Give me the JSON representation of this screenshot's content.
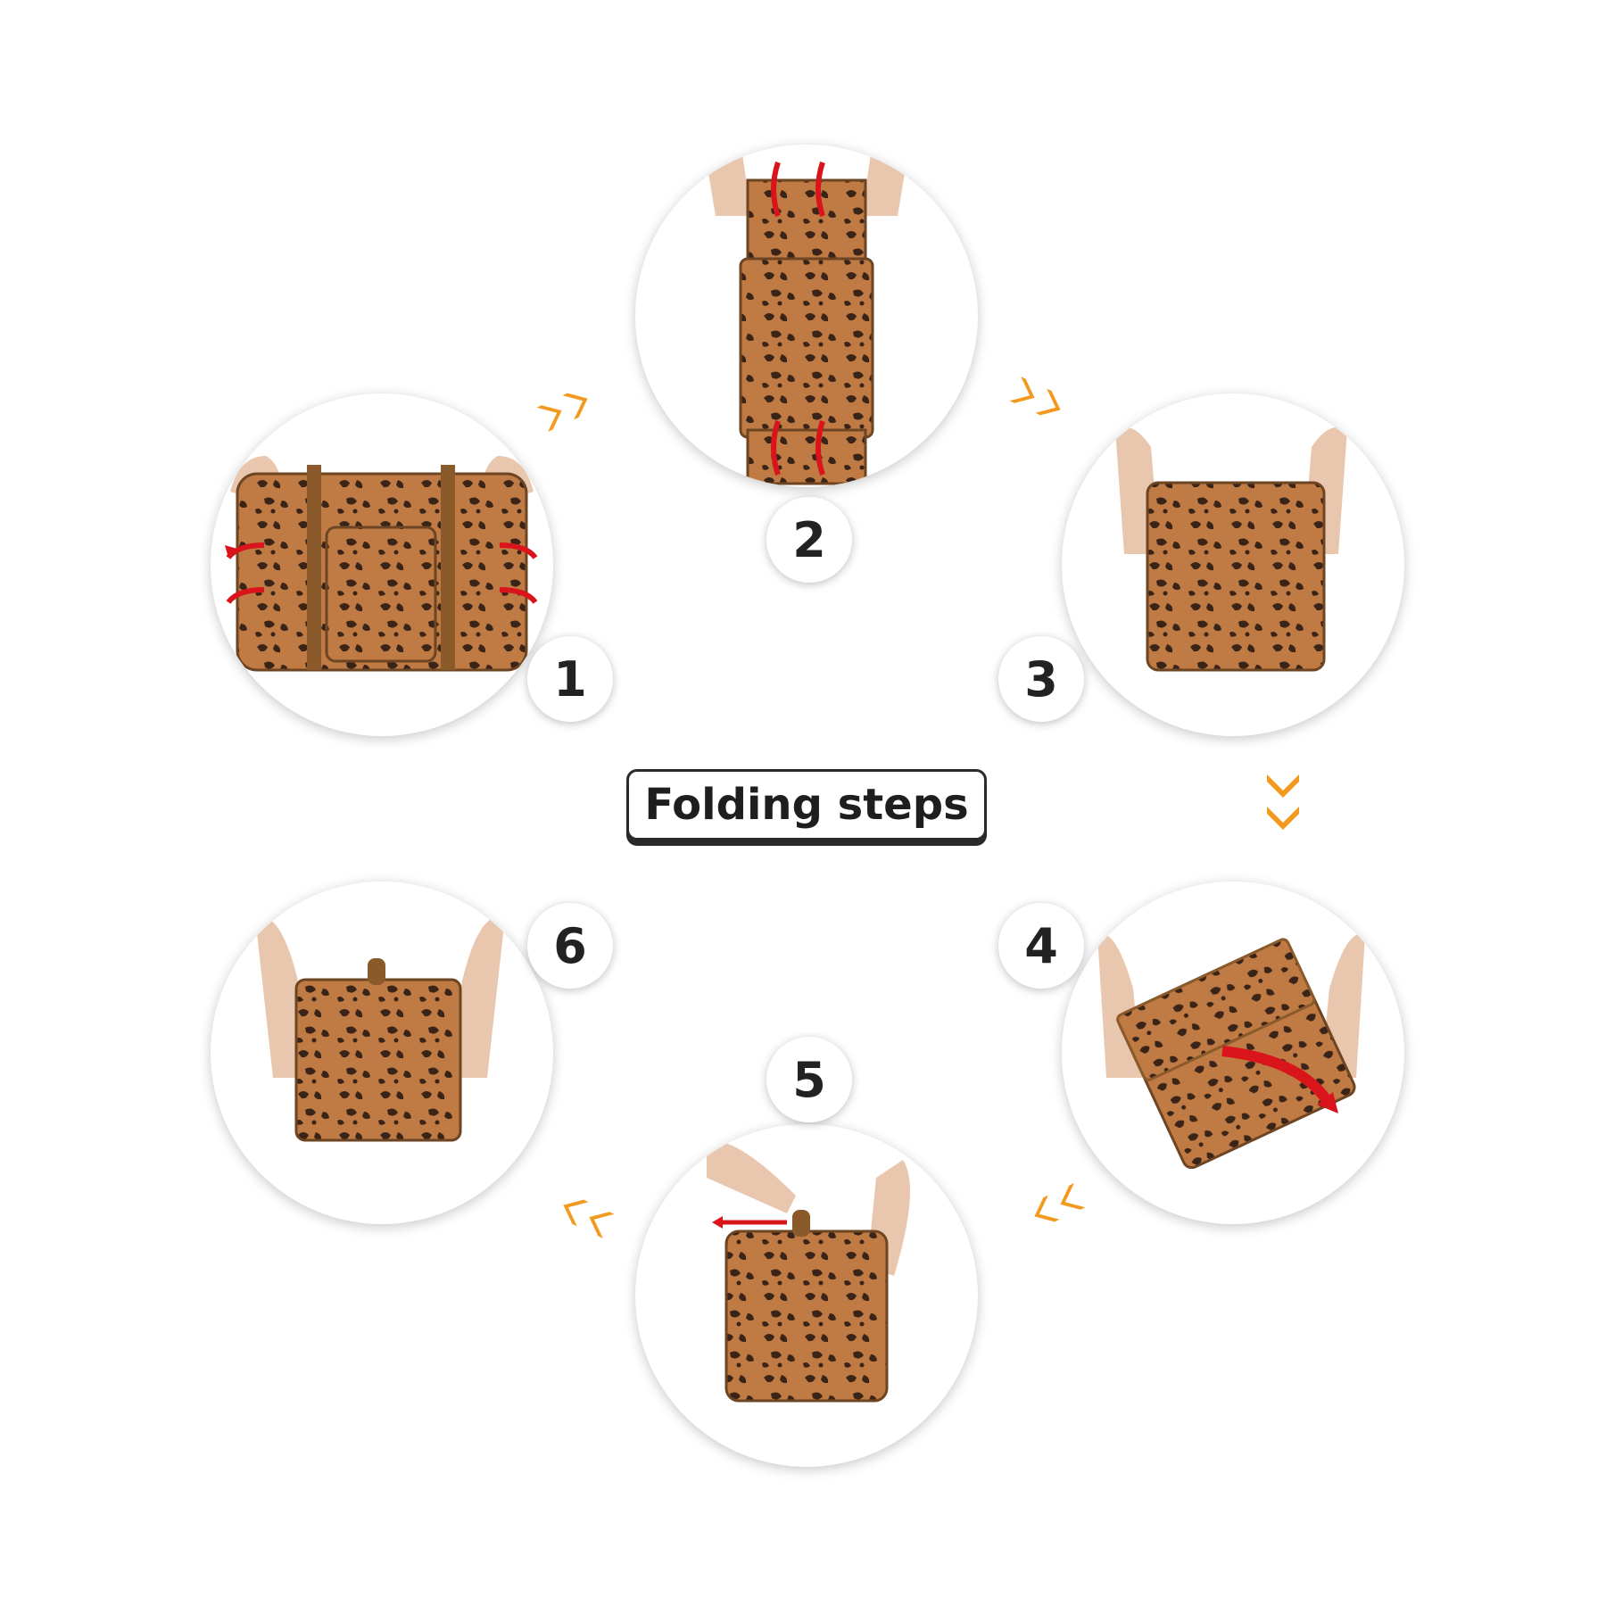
{
  "title": "Folding steps",
  "colors": {
    "accent_arrow": "#F29A1F",
    "fold_arrow": "#D9141B",
    "leopard_base": "#C07A43",
    "leopard_spot": "#3A2418",
    "strap": "#8A5A2B",
    "skin": "#E9C7AE"
  },
  "steps": [
    {
      "number": "1",
      "icon": "duffel-bag-with-side-fold-arrows"
    },
    {
      "number": "2",
      "icon": "bag-pulled-top-and-bottom"
    },
    {
      "number": "3",
      "icon": "bag-square-held-by-hands"
    },
    {
      "number": "4",
      "icon": "bag-folded-into-pocket"
    },
    {
      "number": "5",
      "icon": "pouch-zipping-closed"
    },
    {
      "number": "6",
      "icon": "finished-folded-pouch"
    }
  ]
}
